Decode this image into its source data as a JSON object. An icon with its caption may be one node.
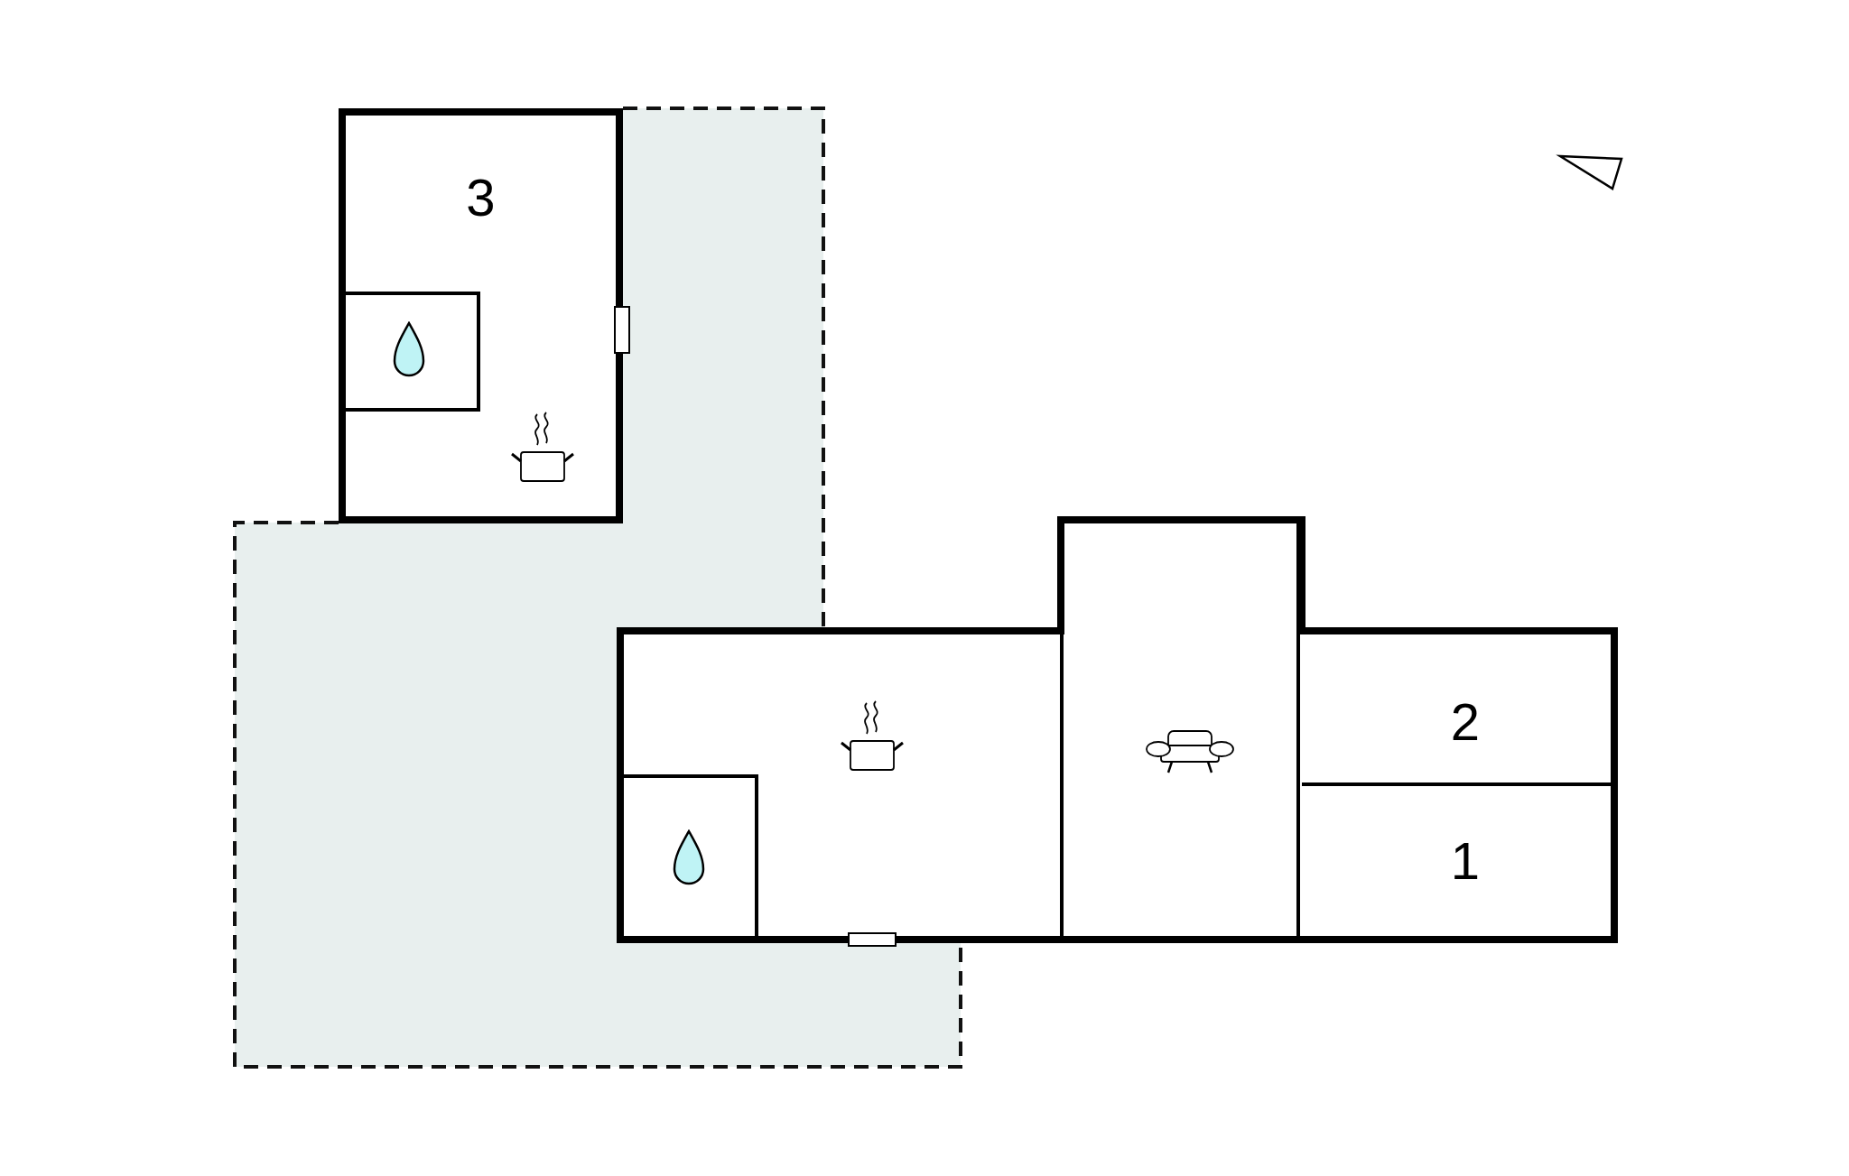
{
  "diagram": {
    "nodes": [
      {
        "text": [
          "3"
        ]
      },
      {
        "text": [],
        "shape": "box",
        "in": 0
      },
      {
        "text": [],
        "shape": "box"
      },
      {
        "text": [],
        "shape": "box",
        "in": 2
      },
      {
        "text": [],
        "shape": "box"
      },
      {
        "text": [
          "2"
        ]
      },
      {
        "text": [
          "1"
        ]
      }
    ]
  }
}
